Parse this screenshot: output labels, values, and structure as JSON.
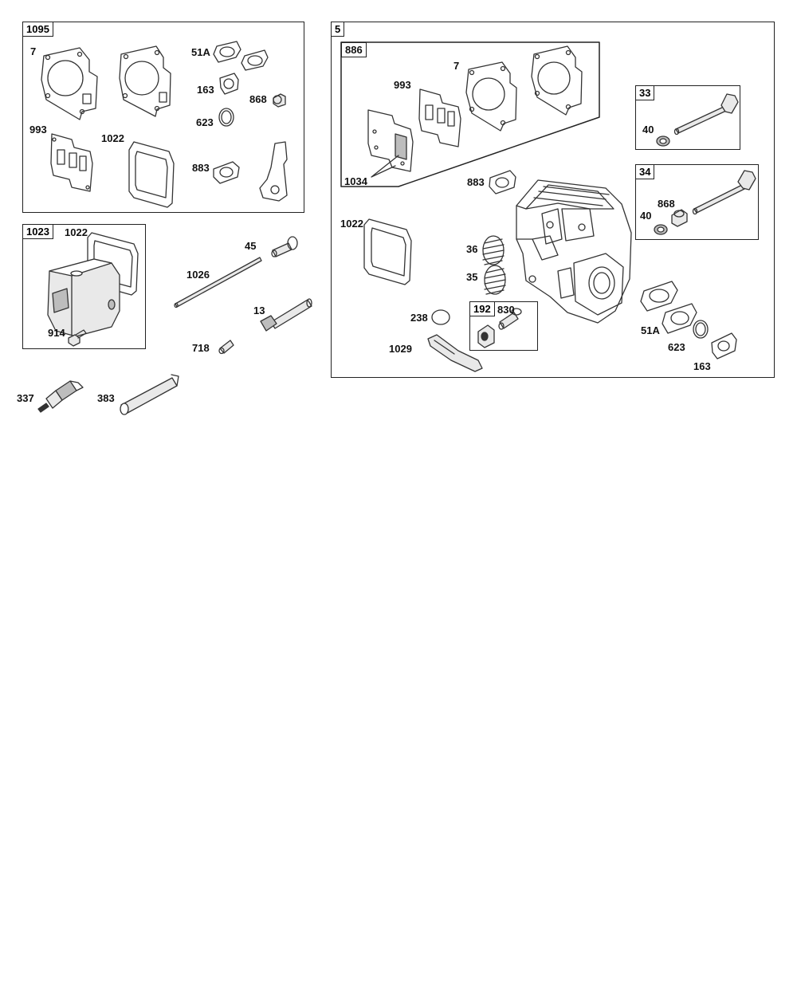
{
  "groups": {
    "g1095": "1095",
    "g1023": "1023",
    "g5": "5",
    "g886": "886",
    "g33": "33",
    "g34": "34",
    "g192": "192"
  },
  "labels": {
    "l1095_7": "7",
    "l1095_51a": "51A",
    "l1095_163": "163",
    "l1095_868": "868",
    "l1095_623": "623",
    "l1095_993": "993",
    "l1095_1022": "1022",
    "l1095_883": "883",
    "l1023_1022": "1022",
    "l1023_914": "914",
    "l45": "45",
    "l1026": "1026",
    "l13": "13",
    "l718": "718",
    "l337": "337",
    "l383": "383",
    "l886_7": "7",
    "l886_993": "993",
    "l886_1034": "1034",
    "l33_40": "40",
    "l34_868": "868",
    "l34_40": "40",
    "l5_883": "883",
    "l5_1022": "1022",
    "l5_36": "36",
    "l5_35": "35",
    "l5_238": "238",
    "l5_1029": "1029",
    "l192_830": "830",
    "l5_51a": "51A",
    "l5_623": "623",
    "l5_163": "163"
  }
}
